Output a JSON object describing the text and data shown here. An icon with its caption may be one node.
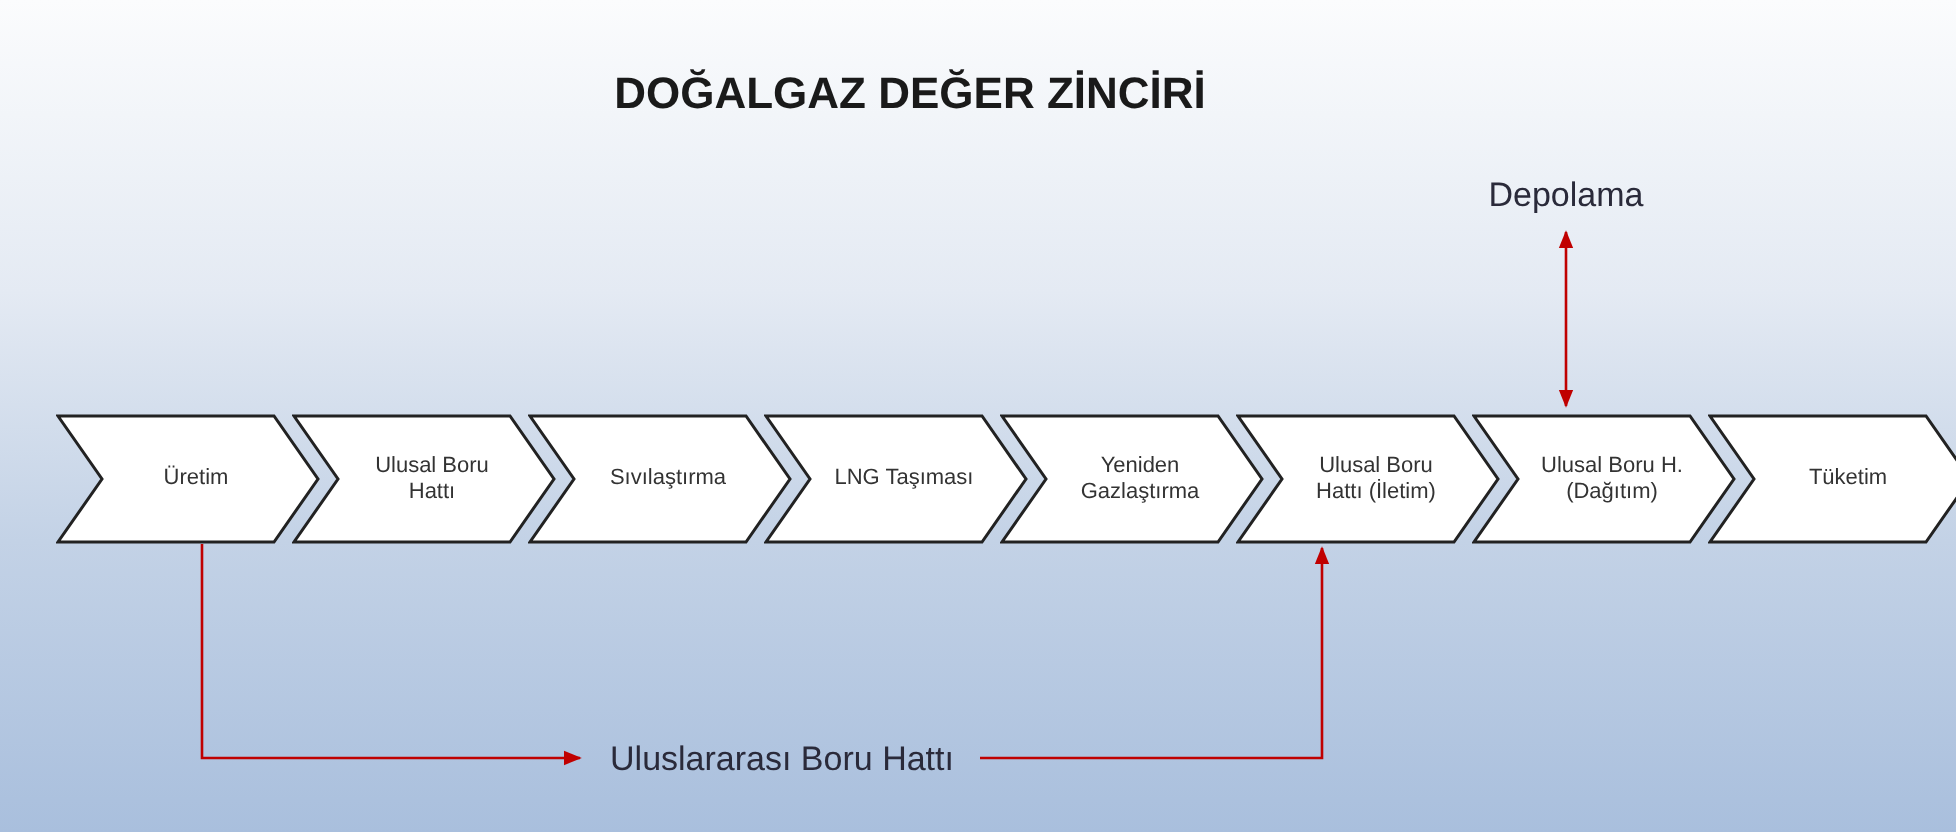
{
  "diagram": {
    "title": "DOĞALGAZ DEĞER ZİNCİRİ",
    "nodes": [
      {
        "text": [
          "Üretim"
        ]
      },
      {
        "text": [
          "Ulusal Boru Hattı"
        ]
      },
      {
        "text": [
          "Sıvılaştırma"
        ]
      },
      {
        "text": [
          "LNG Taşıması"
        ]
      },
      {
        "text": [
          "Yeniden Gazlaştırma"
        ]
      },
      {
        "text": [
          "Ulusal Boru Hattı (İletim)"
        ]
      },
      {
        "text": [
          "Ulusal Boru H. (Dağıtım)"
        ]
      },
      {
        "text": [
          "Tüketim"
        ]
      },
      {
        "text": [
          "Depolama"
        ]
      },
      {
        "text": [
          "Uluslararası Boru Hattı"
        ]
      }
    ],
    "edges": [
      {
        "from": 0,
        "to": 9,
        "arrow": "to",
        "color": "#c00000"
      },
      {
        "from": 9,
        "to": 5,
        "arrow": "to",
        "color": "#c00000"
      },
      {
        "from": 8,
        "to": 6,
        "arrow": "both",
        "color": "#c00000"
      }
    ]
  }
}
